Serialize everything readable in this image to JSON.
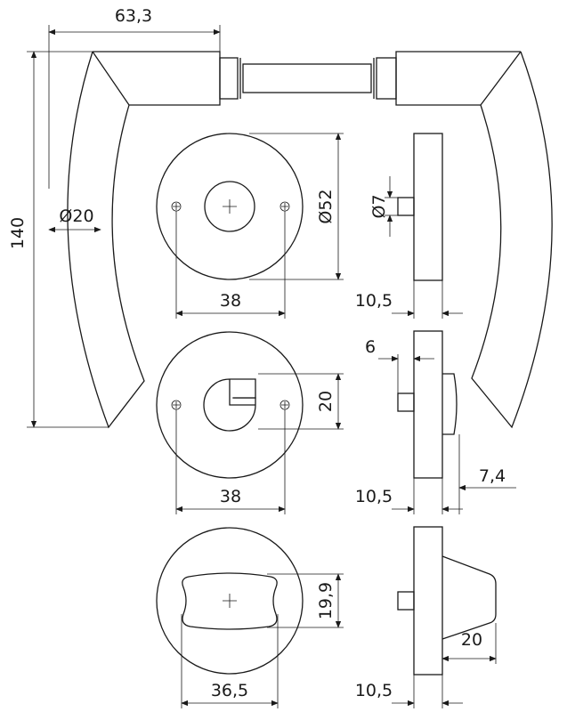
{
  "dimensions": {
    "handle_projection": "63,3",
    "handle_height": "140",
    "grip_diameter": "Ø20",
    "rose_diameter": "Ø52",
    "spindle_diameter": "Ø7",
    "screw_spacing_1": "38",
    "rose_thickness_1": "10,5",
    "slot_height": "20",
    "screw_spacing_2": "38",
    "spindle_offset": "6",
    "turn_projection": "7,4",
    "rose_thickness_2": "10,5",
    "turn_height": "19,9",
    "turn_width": "36,5",
    "rose_thickness_3": "10,5",
    "knob_projection": "20"
  },
  "colors": {
    "line": "#1a1a1a",
    "background": "#ffffff"
  }
}
